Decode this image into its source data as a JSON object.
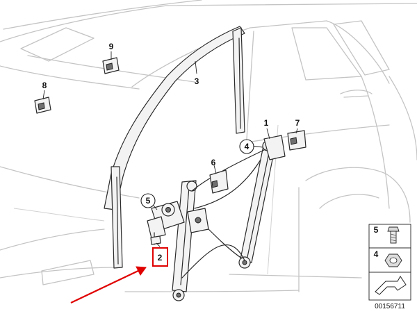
{
  "callouts": [
    {
      "id": "1",
      "label": "1"
    },
    {
      "id": "2",
      "label": "2"
    },
    {
      "id": "3",
      "label": "3"
    },
    {
      "id": "4",
      "label": "4"
    },
    {
      "id": "5",
      "label": "5"
    },
    {
      "id": "6",
      "label": "6"
    },
    {
      "id": "7",
      "label": "7"
    },
    {
      "id": "8",
      "label": "8"
    },
    {
      "id": "9",
      "label": "9"
    }
  ],
  "legend_panel": {
    "items": [
      {
        "label": "5",
        "icon": "screw-icon"
      },
      {
        "label": "4",
        "icon": "nut-icon"
      }
    ],
    "direction_icon": "forward-arrow-icon"
  },
  "diagram_ref": "00156711",
  "highlight": {
    "target": "2",
    "color": "#e00000"
  }
}
